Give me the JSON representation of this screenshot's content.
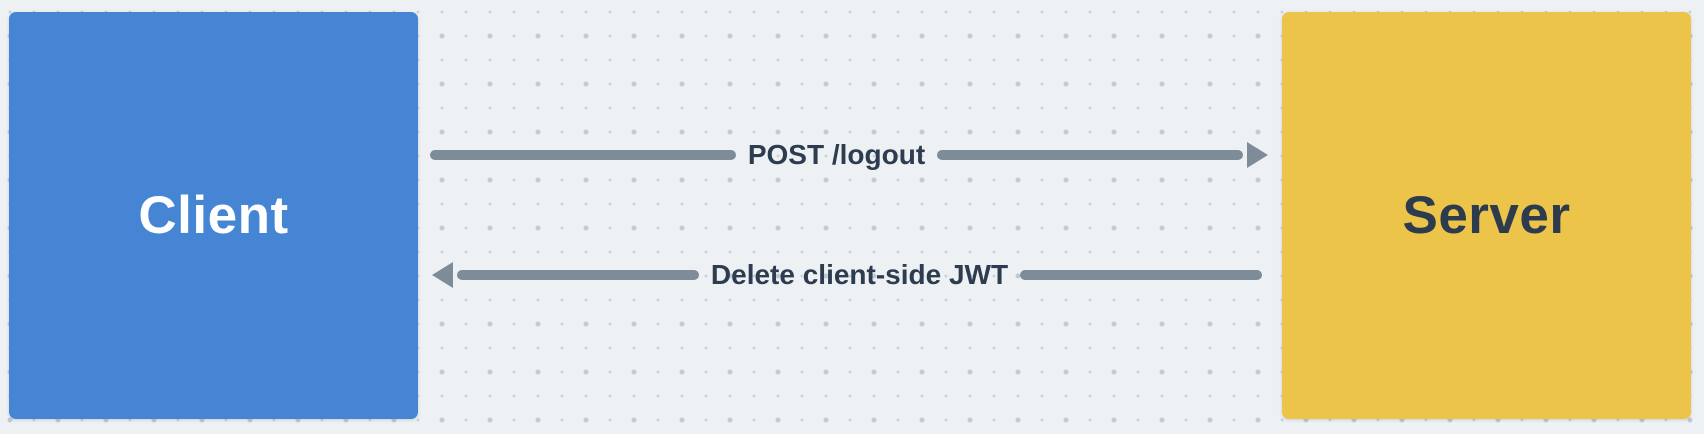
{
  "diagram": {
    "background": {
      "color": "#eef1f4",
      "dot_small_color": "#ccd2db",
      "dot_large_color": "#c2c9d5"
    },
    "nodes": [
      {
        "id": "client",
        "label": "Client",
        "fill": "#4585d3",
        "text_color": "#ffffff"
      },
      {
        "id": "server",
        "label": "Server",
        "fill": "#ecc449",
        "text_color": "#2d3b4f"
      }
    ],
    "edges": [
      {
        "label": "POST /logout",
        "from": "client",
        "to": "server",
        "direction": "right",
        "color": "#7e8b98"
      },
      {
        "label": "Delete client-side JWT",
        "from": "server",
        "to": "client",
        "direction": "left",
        "color": "#7e8b98"
      }
    ]
  }
}
